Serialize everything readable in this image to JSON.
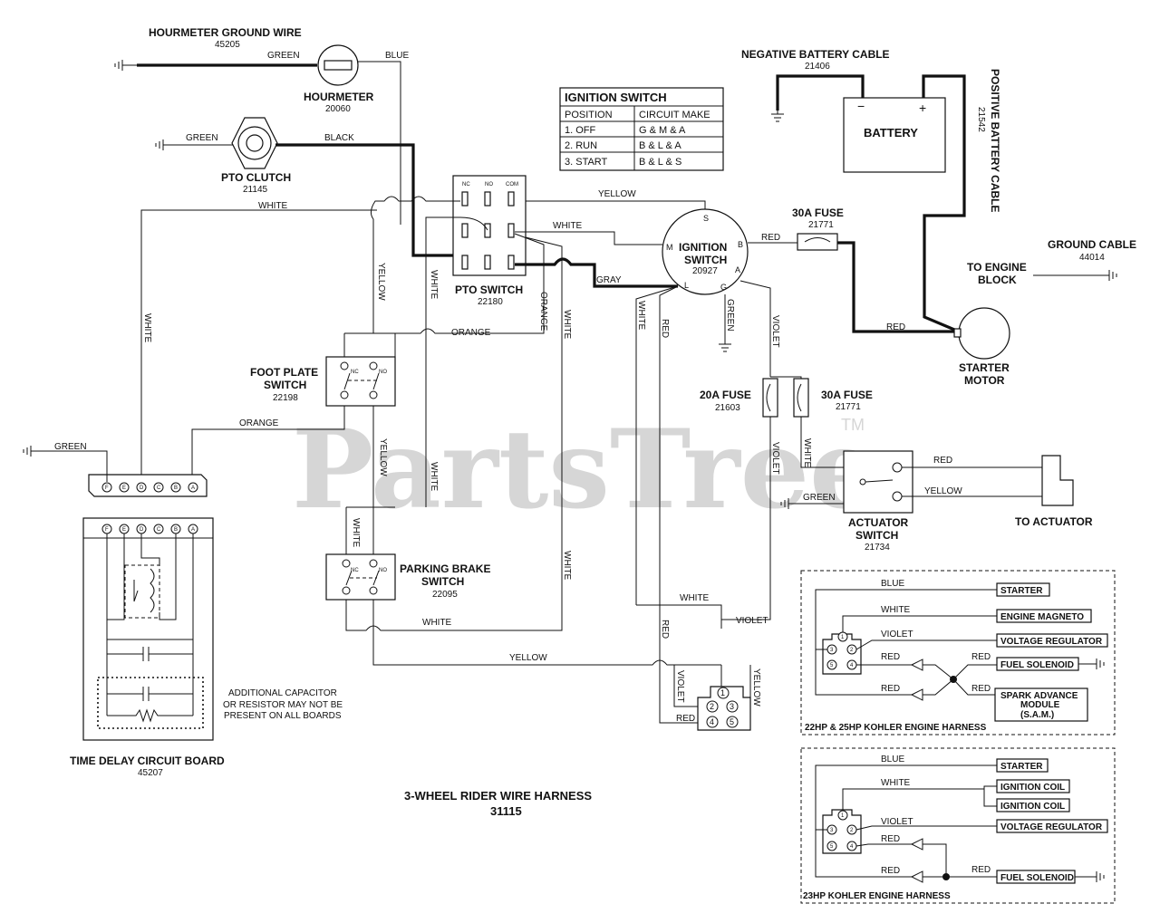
{
  "diagram": {
    "title": "3-WHEEL RIDER WIRE HARNESS",
    "part_number": "31115",
    "watermark": "PartsTree",
    "watermark_tm": "TM"
  },
  "components": {
    "hourmeter_ground_wire": {
      "label": "HOURMETER GROUND WIRE",
      "number": "45205"
    },
    "hourmeter": {
      "label": "HOURMETER",
      "number": "20060"
    },
    "pto_clutch": {
      "label": "PTO CLUTCH",
      "number": "21145"
    },
    "pto_switch": {
      "label": "PTO SWITCH",
      "number": "22180",
      "terminals": [
        "NC",
        "NO",
        "COM"
      ]
    },
    "ignition_switch": {
      "label_line1": "IGNITION",
      "label_line2": "SWITCH",
      "number": "20927",
      "terminals": [
        "S",
        "M",
        "B",
        "A",
        "L",
        "G"
      ]
    },
    "negative_battery_cable": {
      "label": "NEGATIVE BATTERY CABLE",
      "number": "21406"
    },
    "battery": {
      "label": "BATTERY",
      "minus": "−",
      "plus": "+"
    },
    "positive_battery_cable": {
      "label": "POSITIVE BATTERY CABLE",
      "number": "21542"
    },
    "fuse_30a_top": {
      "label": "30A FUSE",
      "number": "21771"
    },
    "ground_cable": {
      "label": "GROUND CABLE",
      "number": "44014"
    },
    "to_engine_block": {
      "line1": "TO ENGINE",
      "line2": "BLOCK"
    },
    "starter_motor": {
      "line1": "STARTER",
      "line2": "MOTOR"
    },
    "foot_plate_switch": {
      "line1": "FOOT PLATE",
      "line2": "SWITCH",
      "number": "22198",
      "terminals": [
        "NC",
        "NO"
      ]
    },
    "fuse_20a": {
      "label": "20A FUSE",
      "number": "21603"
    },
    "fuse_30a_mid": {
      "label": "30A FUSE",
      "number": "21771"
    },
    "actuator_switch": {
      "line1": "ACTUATOR",
      "line2": "SWITCH",
      "number": "21734"
    },
    "to_actuator": {
      "label": "TO ACTUATOR"
    },
    "parking_brake_switch": {
      "line1": "PARKING BRAKE",
      "line2": "SWITCH",
      "number": "22095",
      "terminals": [
        "NC",
        "NO"
      ]
    },
    "time_delay_board": {
      "label": "TIME DELAY CIRCUIT BOARD",
      "number": "45207",
      "pins": [
        "F",
        "E",
        "D",
        "C",
        "B",
        "A"
      ]
    },
    "additional_note": {
      "line1": "ADDITIONAL CAPACITOR",
      "line2": "OR RESISTOR MAY NOT BE",
      "line3": "PRESENT ON ALL BOARDS"
    },
    "connector_5pin": {
      "pins": [
        "1",
        "2",
        "3",
        "4",
        "5"
      ]
    }
  },
  "ignition_table": {
    "title": "IGNITION SWITCH",
    "headers": [
      "POSITION",
      "CIRCUIT MAKE"
    ],
    "rows": [
      [
        "1. OFF",
        "G & M & A"
      ],
      [
        "2. RUN",
        "B & L & A"
      ],
      [
        "3. START",
        "B & L & S"
      ]
    ]
  },
  "wire_colors": {
    "green": "GREEN",
    "blue": "BLUE",
    "black": "BLACK",
    "white": "WHITE",
    "yellow": "YELLOW",
    "orange": "ORANGE",
    "gray": "GRAY",
    "red": "RED",
    "violet": "VIOLET"
  },
  "harness_22_25": {
    "caption": "22HP & 25HP KOHLER ENGINE HARNESS",
    "outputs": [
      "STARTER",
      "ENGINE MAGNETO",
      "VOLTAGE REGULATOR",
      "FUEL SOLENOID"
    ],
    "sam": {
      "line1": "SPARK ADVANCE",
      "line2": "MODULE",
      "line3": "(S.A.M.)"
    }
  },
  "harness_23": {
    "caption": "23HP KOHLER ENGINE HARNESS",
    "outputs": [
      "STARTER",
      "IGNITION COIL",
      "IGNITION COIL",
      "VOLTAGE REGULATOR",
      "FUEL SOLENOID"
    ]
  }
}
